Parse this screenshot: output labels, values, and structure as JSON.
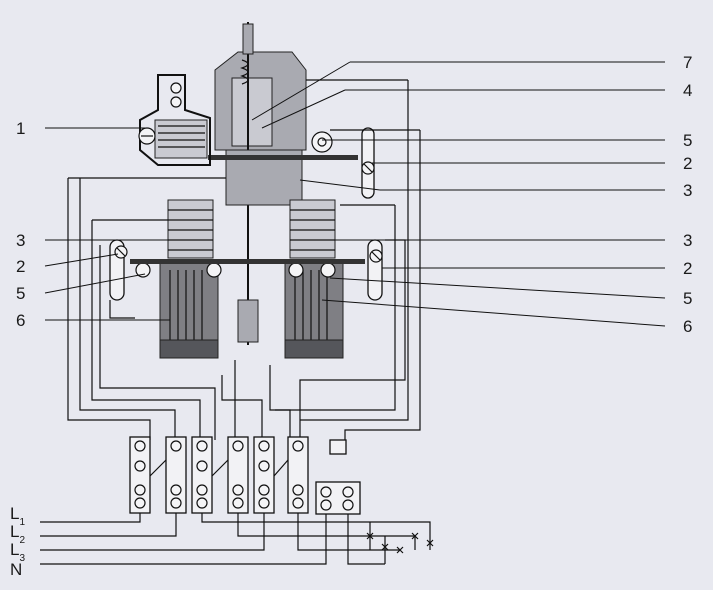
{
  "labels_right": [
    "7",
    "4",
    "5",
    "2",
    "3",
    "3",
    "2",
    "5",
    "6"
  ],
  "labels_left": [
    "1",
    "3",
    "2",
    "5",
    "6"
  ],
  "line_labels": [
    {
      "main": "L",
      "sub": "1"
    },
    {
      "main": "L",
      "sub": "2"
    },
    {
      "main": "L",
      "sub": "3"
    },
    {
      "main": "N",
      "sub": ""
    }
  ]
}
